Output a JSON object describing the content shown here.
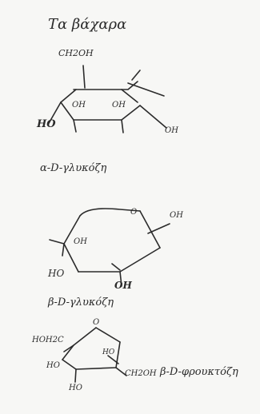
{
  "document": {
    "title": "Τα βάχαρα",
    "structures": [
      {
        "name": "α-D-γλυκόζη",
        "labels": {
          "top": "CH2OH",
          "oh_left": "OH",
          "oh_right": "OH",
          "ho_left": "HO",
          "oh_tail": "OH"
        }
      },
      {
        "name": "β-D-γλυκόζη",
        "labels": {
          "o_top": "O",
          "oh_right": "OH",
          "oh_inner": "OH",
          "ho_left": "HO",
          "oh_bottom": "OH"
        }
      },
      {
        "name": "β-D-φρουκτόζη",
        "labels": {
          "top": "HOH2C",
          "o_top": "O",
          "ho_left": "HO",
          "ho_bottom": "HO",
          "ho_inner": "HO",
          "ch2oh": "CH2OH"
        }
      }
    ]
  }
}
